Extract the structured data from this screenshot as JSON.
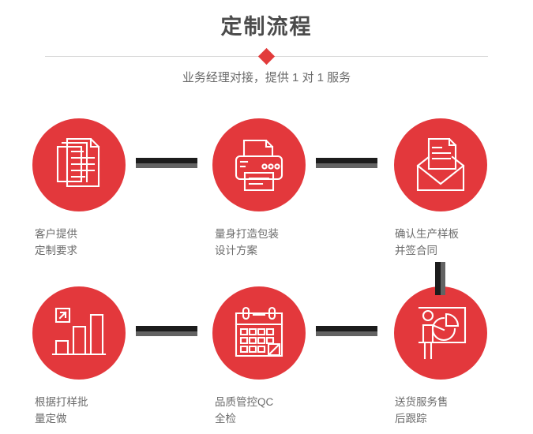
{
  "header": {
    "title": "定制流程",
    "subtitle": "业务经理对接，提供 1 对 1 服务",
    "accent_color": "#e3383c",
    "title_color": "#4b4b4b",
    "divider_color": "#d8d8d8"
  },
  "flow": {
    "connector_color": "#1c1c1c",
    "connector_shadow_color": "#636363",
    "steps": [
      {
        "index": "1",
        "icon": "documents-icon",
        "caption": "客户提供\n定制要求"
      },
      {
        "index": "2",
        "icon": "printer-icon",
        "caption": "量身打造包装\n设计方案"
      },
      {
        "index": "3",
        "icon": "envelope-mail-icon",
        "caption": "确认生产样板\n并签合同"
      },
      {
        "index": "4",
        "icon": "bar-chart-icon",
        "caption": "根据打样批\n量定做"
      },
      {
        "index": "5",
        "icon": "calendar-icon",
        "caption": "品质管控QC\n全检"
      },
      {
        "index": "6",
        "icon": "presentation-icon",
        "caption": "送货服务售\n后跟踪"
      }
    ]
  }
}
